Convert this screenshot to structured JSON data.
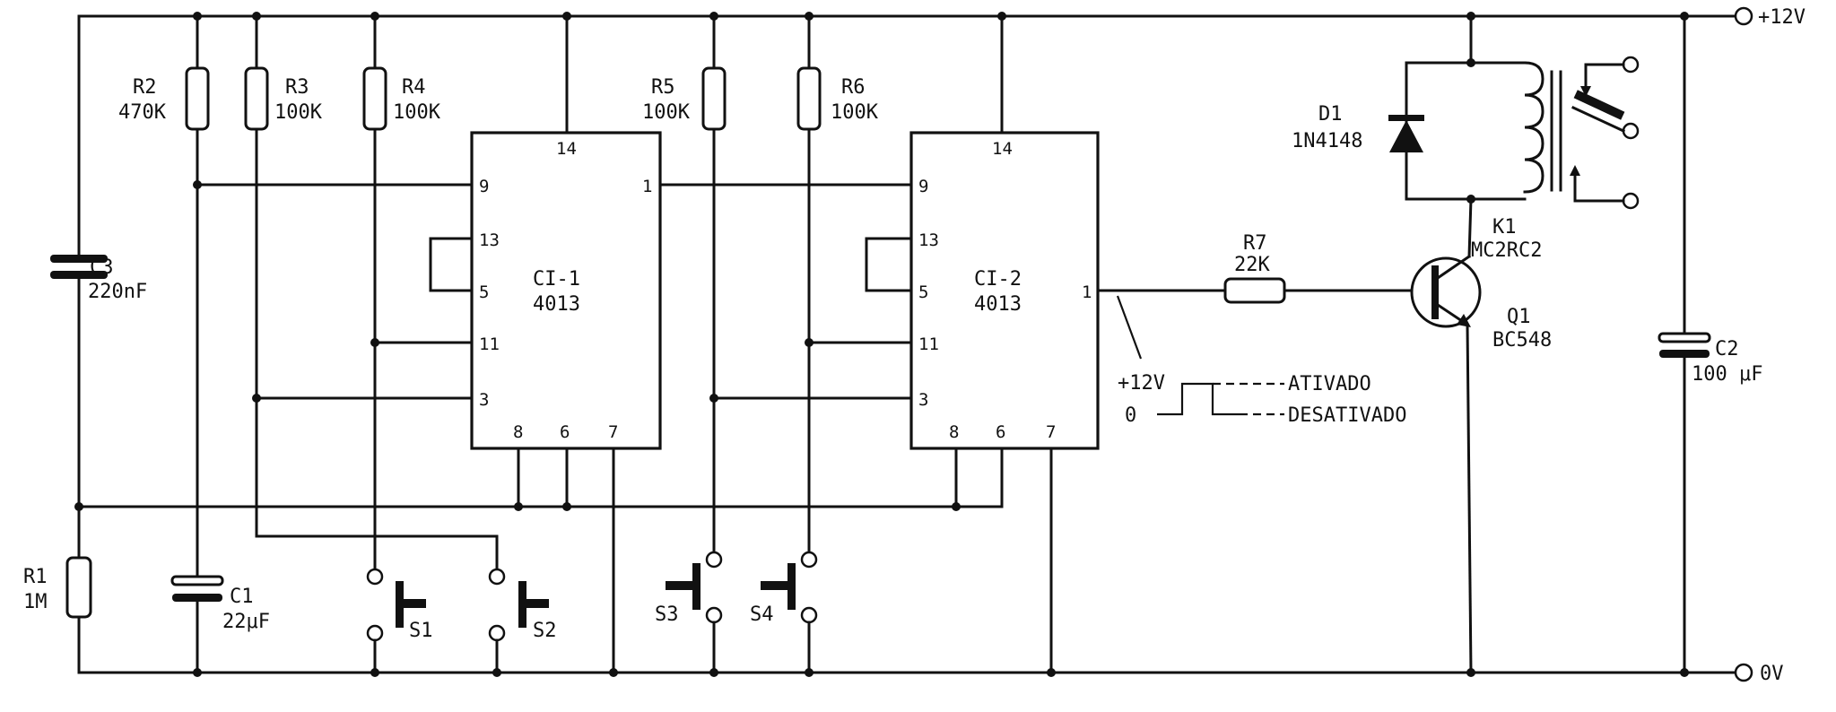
{
  "rails": {
    "top_label": "+12V",
    "bottom_label": "0V"
  },
  "resistors": {
    "R1": {
      "name": "R1",
      "value": "1M"
    },
    "R2": {
      "name": "R2",
      "value": "470K"
    },
    "R3": {
      "name": "R3",
      "value": "100K"
    },
    "R4": {
      "name": "R4",
      "value": "100K"
    },
    "R5": {
      "name": "R5",
      "value": "100K"
    },
    "R6": {
      "name": "R6",
      "value": "100K"
    },
    "R7": {
      "name": "R7",
      "value": "22K"
    }
  },
  "capacitors": {
    "C1": {
      "name": "C1",
      "value": "22μF"
    },
    "C2": {
      "name": "C2",
      "value": "100 μF"
    },
    "C3": {
      "name": "C3",
      "value": "220nF"
    }
  },
  "switches": {
    "S1": "S1",
    "S2": "S2",
    "S3": "S3",
    "S4": "S4"
  },
  "ics": {
    "ci1": {
      "name": "CI-1",
      "part": "4013",
      "pins": {
        "p14": "14",
        "p9": "9",
        "p1": "1",
        "p13": "13",
        "p5": "5",
        "p11": "11",
        "p3": "3",
        "p8": "8",
        "p6": "6",
        "p7": "7"
      }
    },
    "ci2": {
      "name": "CI-2",
      "part": "4013",
      "pins": {
        "p14": "14",
        "p9": "9",
        "p1": "1",
        "p13": "13",
        "p5": "5",
        "p11": "11",
        "p3": "3",
        "p8": "8",
        "p6": "6",
        "p7": "7"
      }
    }
  },
  "diode": {
    "name": "D1",
    "value": "1N4148"
  },
  "relay": {
    "name": "K1",
    "value": "MC2RC2"
  },
  "transistor": {
    "name": "Q1",
    "value": "BC548"
  },
  "output_note": {
    "high": "+12V",
    "low": "0",
    "high_state": "ATIVADO",
    "low_state": "DESATIVADO"
  }
}
